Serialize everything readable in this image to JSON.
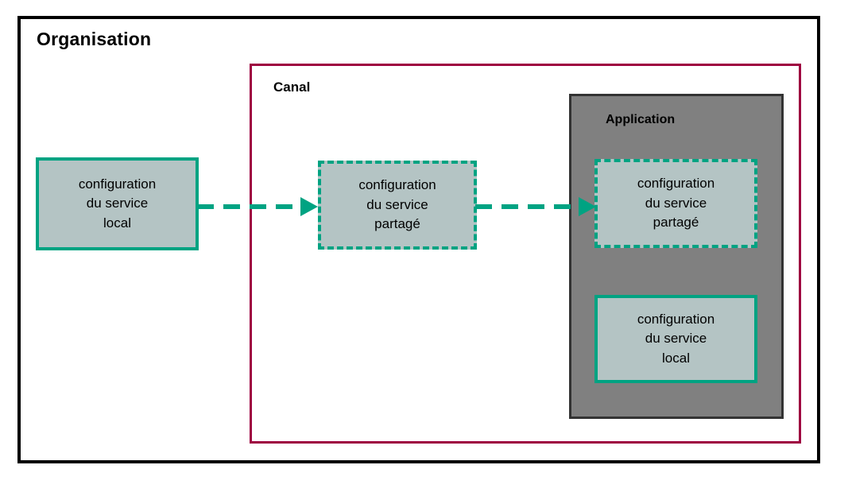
{
  "diagram": {
    "title": "Organisation",
    "containers": {
      "organisation": {
        "label": "Organisation",
        "border_color": "#000000"
      },
      "canal": {
        "label": "Canal",
        "border_color": "#9E0040"
      },
      "application": {
        "label": "Application",
        "border_color": "#333333",
        "fill_color": "#808080"
      }
    },
    "nodes": [
      {
        "id": "node-local-org",
        "line1": "configuration",
        "line2": "du service",
        "line3": "local",
        "style": "solid",
        "border_color": "#00A382",
        "fill_color": "#B4C4C4",
        "container": "organisation"
      },
      {
        "id": "node-shared-canal",
        "line1": "configuration",
        "line2": "du service",
        "line3": "partagé",
        "style": "dashed",
        "border_color": "#00A382",
        "fill_color": "#B4C4C4",
        "container": "canal"
      },
      {
        "id": "node-shared-app",
        "line1": "configuration",
        "line2": "du service",
        "line3": "partagé",
        "style": "dashed",
        "border_color": "#00A382",
        "fill_color": "#B4C4C4",
        "container": "application"
      },
      {
        "id": "node-local-app",
        "line1": "configuration",
        "line2": "du service",
        "line3": "local",
        "style": "solid",
        "border_color": "#00A382",
        "fill_color": "#B4C4C4",
        "container": "application"
      }
    ],
    "arrows": [
      {
        "id": "arrow-1",
        "from": "node-local-org",
        "to": "node-shared-canal",
        "style": "dashed",
        "color": "#00A382"
      },
      {
        "id": "arrow-2",
        "from": "node-shared-canal",
        "to": "node-shared-app",
        "style": "dashed",
        "color": "#00A382"
      }
    ]
  }
}
